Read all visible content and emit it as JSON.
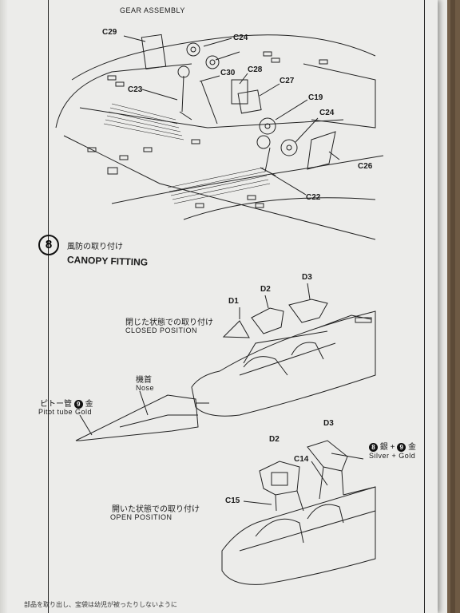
{
  "section_top": {
    "title": "GEAR ASSEMBLY",
    "parts": [
      "C29",
      "C24",
      "C30",
      "C28",
      "C27",
      "C23",
      "C19",
      "C24",
      "C26",
      "C22"
    ]
  },
  "step": {
    "number": "8",
    "title_jp": "風防の取り付け",
    "title_en": "CANOPY FITTING"
  },
  "closed": {
    "label_jp": "閉じた状態での取り付け",
    "label_en": "CLOSED POSITION",
    "parts": [
      "D1",
      "D2",
      "D3"
    ]
  },
  "nose": {
    "label_jp": "機首",
    "label_en": "Nose"
  },
  "pitot": {
    "label_jp": "ピトー管",
    "color_num": "9",
    "color_jp": "金",
    "label_en": "Pitot tube Gold"
  },
  "open": {
    "label_jp": "開いた状態での取り付け",
    "label_en": "OPEN POSITION",
    "parts": [
      "D2",
      "D3",
      "C14",
      "C15"
    ],
    "paint_num1": "8",
    "paint_jp1": "銀",
    "paint_num2": "9",
    "paint_jp2": "金",
    "paint_en": "Silver + Gold"
  },
  "footer": "部品を取り出し、宝袋は幼児が被ったりしないように"
}
